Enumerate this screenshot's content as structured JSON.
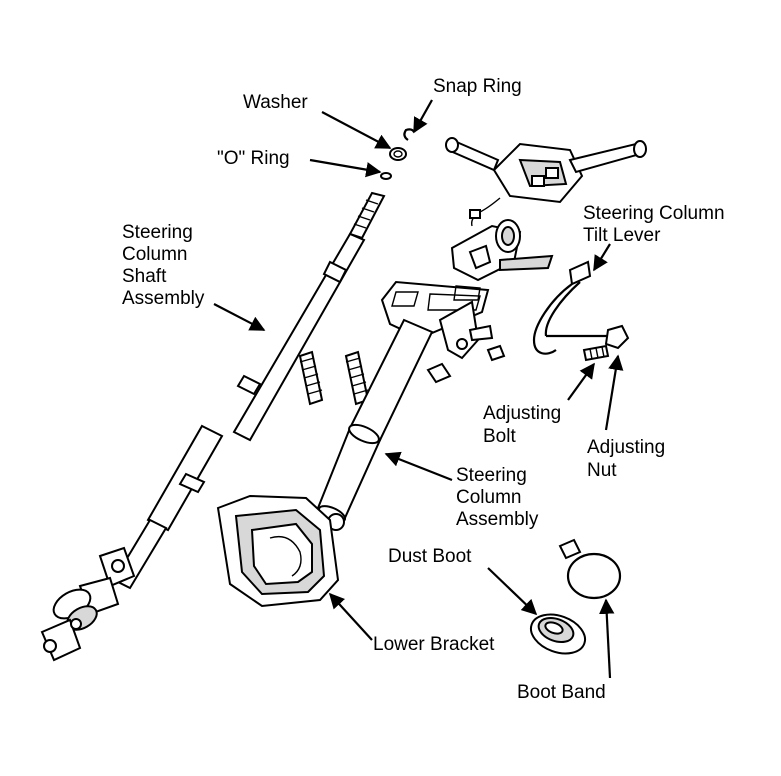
{
  "labels": {
    "snap_ring": "Snap Ring",
    "washer": "Washer",
    "o_ring": "\"O\" Ring",
    "shaft_assembly": [
      "Steering",
      "Column",
      "Shaft",
      "Assembly"
    ],
    "tilt_lever": [
      "Steering Column",
      "Tilt Lever"
    ],
    "adjusting_bolt": [
      "Adjusting",
      "Bolt"
    ],
    "adjusting_nut": [
      "Adjusting",
      "Nut"
    ],
    "column_assembly": [
      "Steering",
      "Column",
      "Assembly"
    ],
    "dust_boot": "Dust Boot",
    "lower_bracket": "Lower Bracket",
    "boot_band": "Boot Band"
  },
  "colors": {
    "ink": "#000000",
    "background": "#ffffff",
    "shade": "#d8d8d8"
  }
}
